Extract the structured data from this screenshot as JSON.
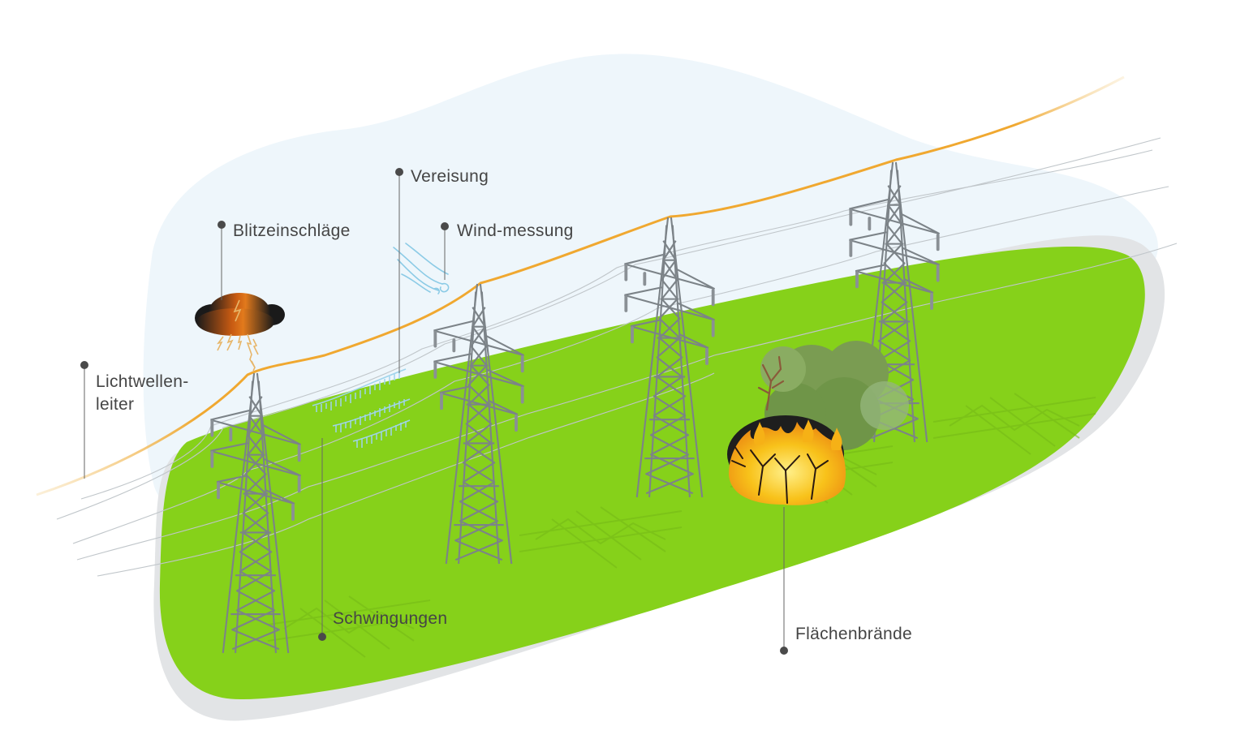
{
  "labels": {
    "lichtwellenleiter_line1": "Lichtwellen-",
    "lichtwellenleiter_line2": "leiter",
    "blitzeinschlaege": "Blitzeinschläge",
    "vereisung": "Vereisung",
    "windmessung": "Wind-messung",
    "schwingungen": "Schwingungen",
    "flaechenbraende": "Flächenbrände"
  },
  "colors": {
    "sky": "#eef6fb",
    "ground": "#86d11a",
    "ground_shadow": "#e2e4e6",
    "fiber_cable": "#f0a830",
    "tower": "#7c8388",
    "leader_line": "#555555",
    "ice": "#9fd4ec",
    "fire": "#f6b116",
    "smoke": "#7a9c52"
  },
  "icons": [
    "thunderstorm-cloud-icon",
    "wind-gust-icon",
    "icicles-icon",
    "bushfire-icon",
    "smoke-icon",
    "transmission-tower-icon"
  ]
}
